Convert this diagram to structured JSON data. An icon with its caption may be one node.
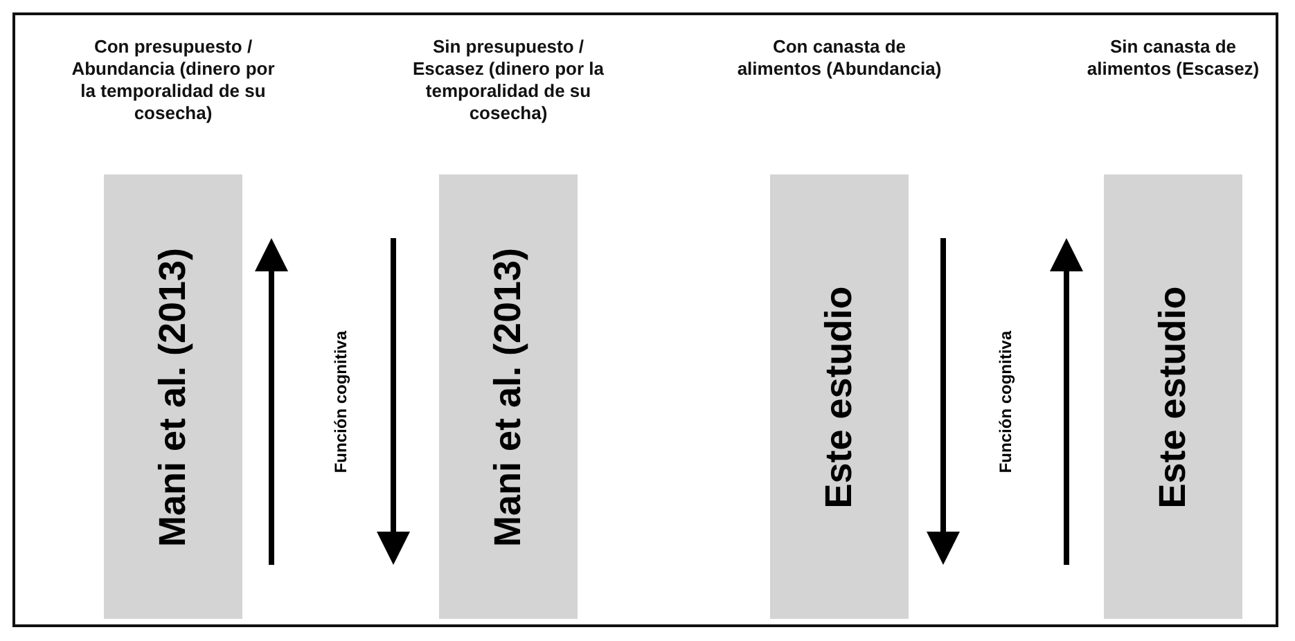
{
  "diagram": {
    "nodes": [
      {
        "text": [
          "Con presupuesto / Abundancia (dinero por la temporalidad de su cosecha)",
          "Mani et al. (2013)"
        ]
      },
      {
        "text": [
          "Sin presupuesto / Escasez (dinero por la temporalidad de su cosecha)",
          "Mani et al. (2013)"
        ]
      },
      {
        "text": [
          "Con canasta de alimentos (Abundancia)",
          "Este estudio"
        ]
      },
      {
        "text": [
          "Sin canasta de alimentos (Escasez)",
          "Este estudio"
        ]
      }
    ],
    "labels": [
      "Función cognitiva",
      "Función cognitiva"
    ]
  }
}
